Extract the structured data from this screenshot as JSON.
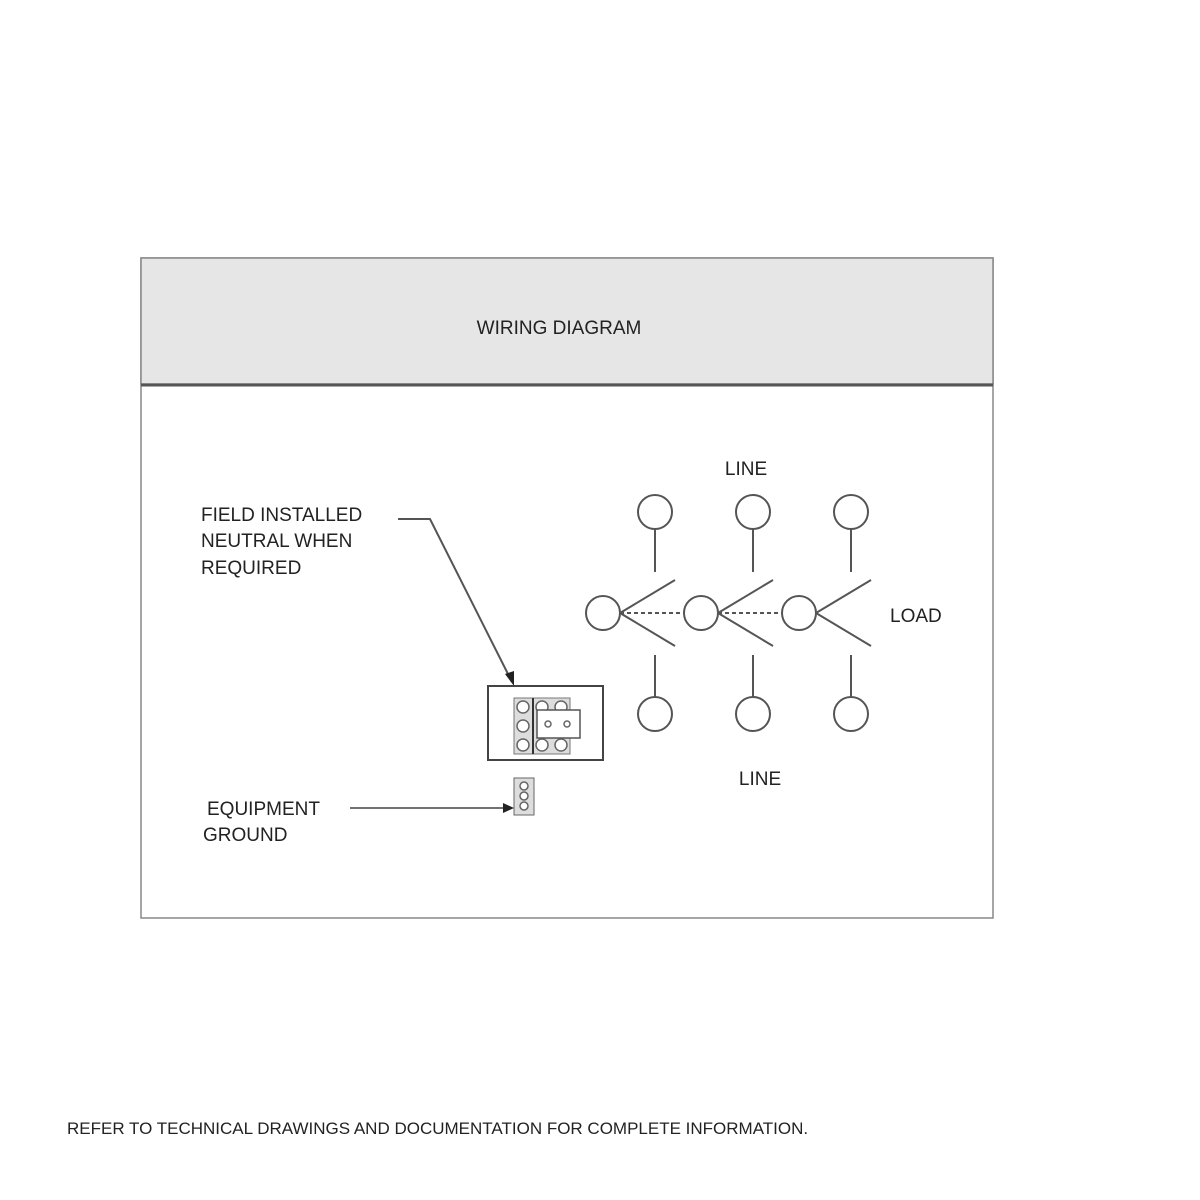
{
  "title": "WIRING DIAGRAM",
  "labels": {
    "line_top": "LINE",
    "line_bottom": "LINE",
    "load": "LOAD",
    "neutral": [
      "FIELD INSTALLED",
      "NEUTRAL WHEN",
      "REQUIRED"
    ],
    "ground": [
      "EQUIPMENT",
      "GROUND"
    ]
  },
  "footer": "REFER TO TECHNICAL DRAWINGS AND DOCUMENTATION FOR COMPLETE INFORMATION.",
  "colors": {
    "header_bg": "#e6e6e6",
    "border": "#777777",
    "line": "#555555"
  }
}
